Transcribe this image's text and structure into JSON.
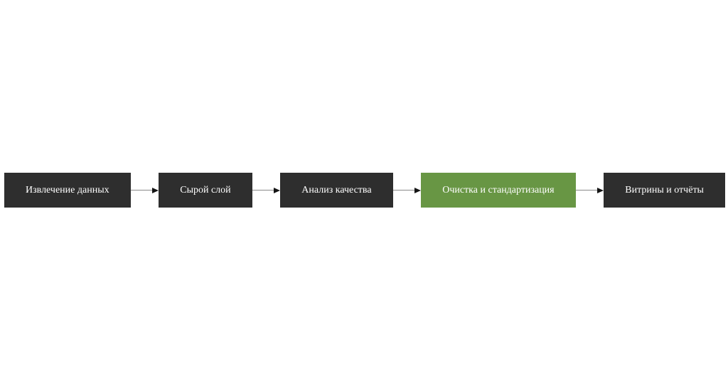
{
  "diagram": {
    "type": "pipeline-flowchart",
    "background": "#ffffff",
    "nodes": [
      {
        "id": "data-extraction",
        "label": "Извлечение данных",
        "fill": "#2e2e2e",
        "text_color": "#ffffff",
        "accent": false
      },
      {
        "id": "raw-layer",
        "label": "Сырой слой",
        "fill": "#2e2e2e",
        "text_color": "#ffffff",
        "accent": false
      },
      {
        "id": "quality-analysis",
        "label": "Анализ качества",
        "fill": "#2e2e2e",
        "text_color": "#ffffff",
        "accent": false
      },
      {
        "id": "cleaning-standardization",
        "label": "Очистка и стандартизация",
        "fill": "#689644",
        "text_color": "#ffffff",
        "accent": true
      },
      {
        "id": "marts-and-reports",
        "label": "Витрины и отчёты",
        "fill": "#2e2e2e",
        "text_color": "#ffffff",
        "accent": false
      }
    ],
    "edges": [
      {
        "from": "data-extraction",
        "to": "raw-layer"
      },
      {
        "from": "raw-layer",
        "to": "quality-analysis"
      },
      {
        "from": "quality-analysis",
        "to": "cleaning-standardization"
      },
      {
        "from": "cleaning-standardization",
        "to": "marts-and-reports"
      }
    ],
    "colors": {
      "node_dark": "#2e2e2e",
      "node_accent": "#689644",
      "arrow_line": "#8a8a8a",
      "arrow_head": "#151515",
      "text": "#ffffff"
    }
  }
}
